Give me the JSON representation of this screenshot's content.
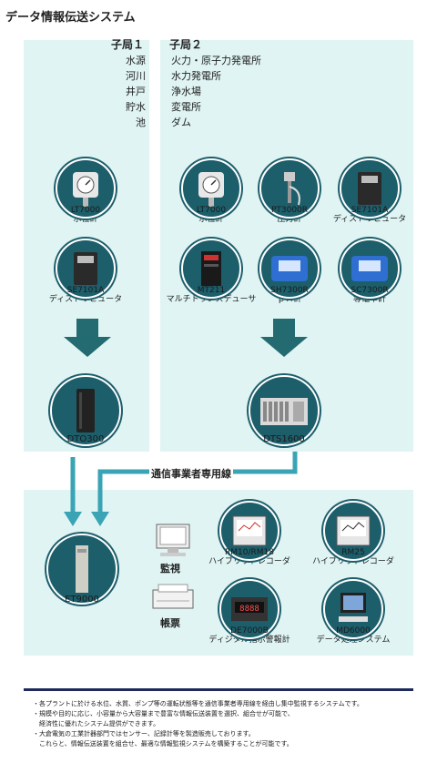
{
  "title": "データ情報伝送システム",
  "station1": {
    "title": "子局１",
    "locations": [
      "水源",
      "河川",
      "井戸",
      "貯水池"
    ],
    "devices": [
      {
        "model": "LT7000",
        "name": "水位計",
        "icon": "gauge-icon"
      },
      {
        "model": "SE7101A",
        "name": "ディストリビュータ",
        "icon": "module-icon"
      }
    ],
    "transmitter": {
      "model": "DTO300",
      "icon": "transmitter-icon"
    }
  },
  "station2": {
    "title": "子局２",
    "locations": [
      "火力・原子力発電所",
      "水力発電所",
      "浄水場",
      "変電所",
      "ダム"
    ],
    "devices": [
      {
        "model": "LT7000",
        "name": "水位計",
        "icon": "gauge-icon"
      },
      {
        "model": "PT3000R",
        "name": "圧力計",
        "icon": "pressure-sensor-icon"
      },
      {
        "model": "SE7101A",
        "name": "ディストリビュータ",
        "icon": "module-icon"
      },
      {
        "model": "MT211",
        "name": "マルチトランスデューサ",
        "icon": "transducer-icon"
      },
      {
        "model": "SH7300R",
        "name": "ｐＨ計",
        "icon": "ph-meter-icon"
      },
      {
        "model": "SC7300R",
        "name": "導電率計",
        "icon": "conductivity-meter-icon"
      }
    ],
    "transmitter": {
      "model": "DTS1600",
      "icon": "rack-icon"
    }
  },
  "line_label": "通信事業者専用線",
  "center": {
    "main": {
      "model": "ET9000",
      "icon": "server-tower-icon"
    },
    "monitor_label": "監視",
    "printer_label": "帳票",
    "recorders": [
      {
        "model": "RM10/RM18",
        "name": "ハイブリッドレコーダ"
      },
      {
        "model": "RM25",
        "name": "ハイブリッドレコーダ"
      },
      {
        "model": "DE7000B",
        "name": "ディジタル指示警報計"
      },
      {
        "model": "MD6000",
        "name": "データ処理システム"
      }
    ]
  },
  "colors": {
    "panel": "#dff4f3",
    "accent": "#1d5e6b",
    "arrow": "#236b70",
    "line": "#3aa4b4"
  },
  "notes": [
    "・各プラントに於ける水位、水質、ポンプ等の運転状態等を通信事業者専用線を経由し集中監視するシステムです。",
    "・規模や目的に応じ、小容量から大容量まで豊富な情報伝送装置を選択、組合せが可能で、",
    "　経済性に優れたシステム提供ができます。",
    "・大倉電気の工業計器部門ではセンサー、記録計等を製造販売しております。",
    "　これらと、情報伝送装置を組合せ、最適な情報監視システムを構築することが可能です。"
  ]
}
